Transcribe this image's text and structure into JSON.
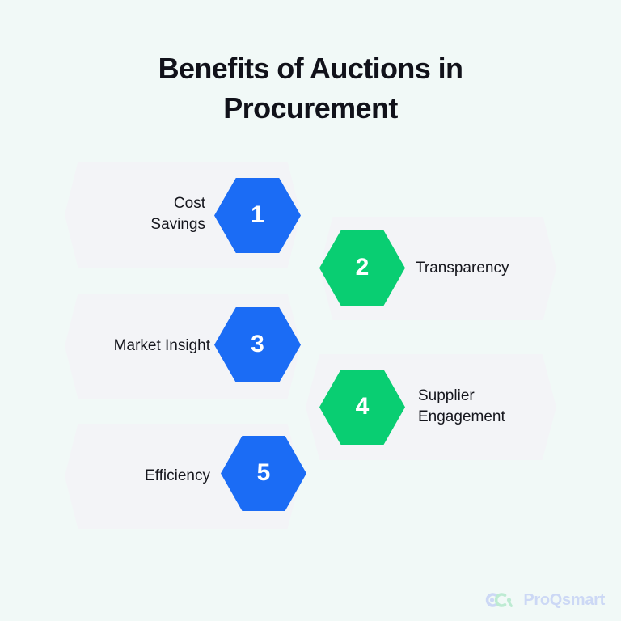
{
  "title": {
    "line1": "Benefits of Auctions in",
    "line2": "Procurement"
  },
  "colors": {
    "background": "#F1F9F7",
    "band": "#F3F4F7",
    "blue": "#1B6CF5",
    "green": "#09CE72",
    "title_text": "#11121A",
    "label_text": "#15161D",
    "logo_blue": "#CCD8F5",
    "logo_green": "#BDEBD2"
  },
  "benefits": [
    {
      "number": "1",
      "label": "Cost\nSavings",
      "color": "blue",
      "side": "left",
      "name": "benefit-cost-savings"
    },
    {
      "number": "2",
      "label": "Transparency",
      "color": "green",
      "side": "right",
      "name": "benefit-transparency"
    },
    {
      "number": "3",
      "label": "Market Insight",
      "color": "blue",
      "side": "left",
      "name": "benefit-market-insight"
    },
    {
      "number": "4",
      "label": "Supplier\nEngagement",
      "color": "green",
      "side": "right",
      "name": "benefit-supplier-engagement"
    },
    {
      "number": "5",
      "label": "Efficiency",
      "color": "blue",
      "side": "left",
      "name": "benefit-efficiency"
    }
  ],
  "footer": {
    "brand": "ProQsmart",
    "icon": "proqsmart-logo-icon"
  }
}
